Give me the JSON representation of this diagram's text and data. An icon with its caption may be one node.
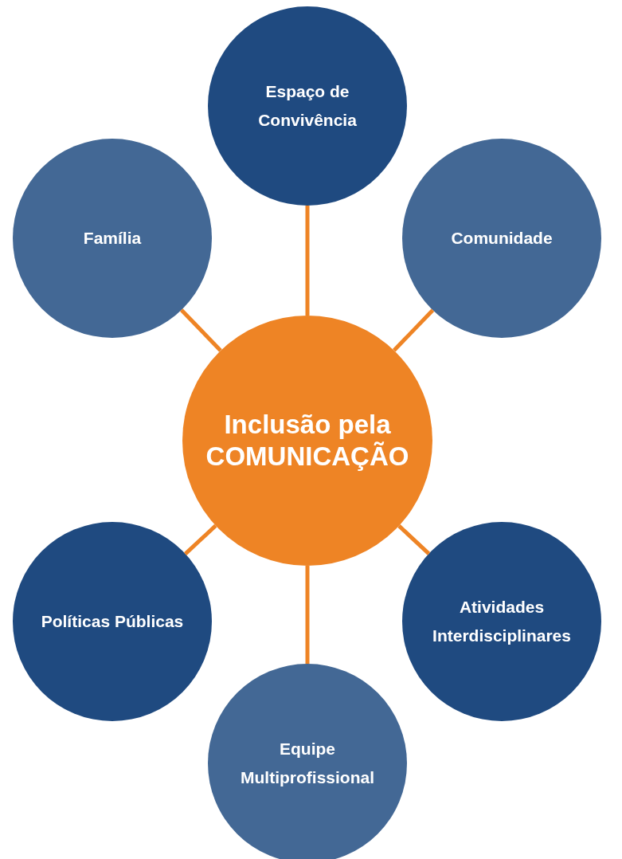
{
  "diagram": {
    "nodes": [
      {
        "text": [
          "Espaço de Convivência"
        ]
      },
      {
        "text": [
          "Família"
        ]
      },
      {
        "text": [
          "Comunidade"
        ]
      },
      {
        "text": [
          "Inclusão pela COMUNICAÇÃO"
        ]
      },
      {
        "text": [
          "Políticas Públicas"
        ]
      },
      {
        "text": [
          "Atividades Interdisciplinares"
        ]
      },
      {
        "text": [
          "Equipe Multiprofissional"
        ]
      }
    ],
    "edges": [
      {
        "from": 3,
        "to": 0,
        "arrow": "none"
      },
      {
        "from": 3,
        "to": 1,
        "arrow": "none"
      },
      {
        "from": 3,
        "to": 2,
        "arrow": "none"
      },
      {
        "from": 3,
        "to": 4,
        "arrow": "none"
      },
      {
        "from": 3,
        "to": 5,
        "arrow": "none"
      },
      {
        "from": 3,
        "to": 6,
        "arrow": "none"
      }
    ]
  }
}
